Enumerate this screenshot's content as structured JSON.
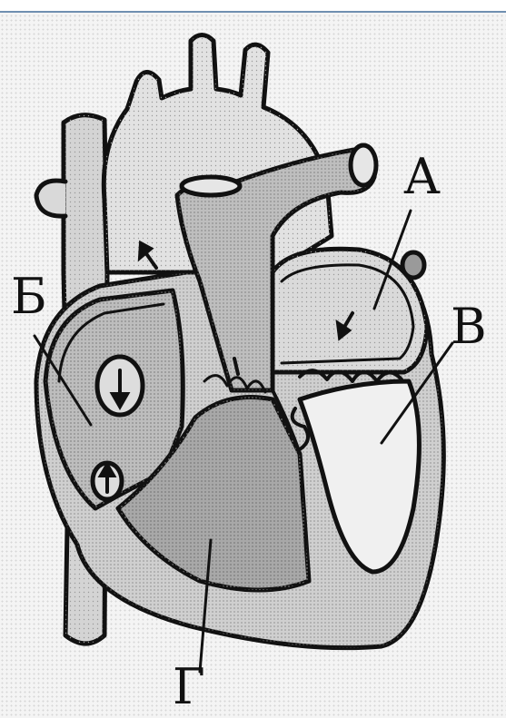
{
  "labels": {
    "a": "А",
    "b": "Б",
    "v": "В",
    "g": "Г"
  },
  "colors": {
    "outline": "#111111",
    "vessel_fill": "#d9d9d9",
    "aorta_fill": "#c9c9c9",
    "atrium_fill": "#b8b8b8",
    "ventricle_fill": "#a9a9a9",
    "light_fill": "#ececec",
    "frame_line": "#6f8fb0"
  }
}
